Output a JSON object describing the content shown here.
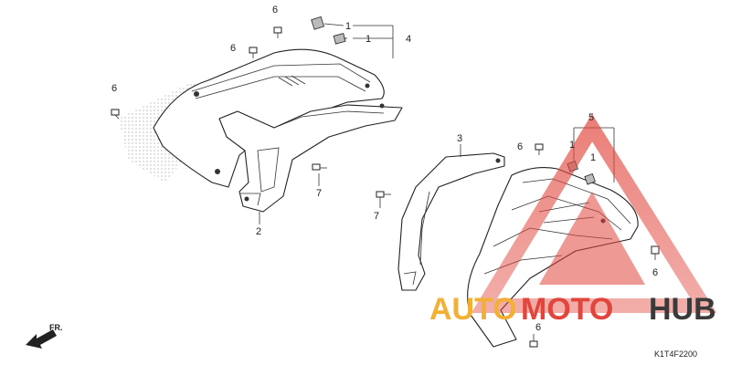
{
  "callouts": {
    "c1_top": "1",
    "c1_mid": "1",
    "c1_right_a": "1",
    "c1_right_b": "1",
    "c2": "2",
    "c3": "3",
    "c4": "4",
    "c5": "5",
    "c6_top": "6",
    "c6_upper": "6",
    "c6_left": "6",
    "c6_center": "6",
    "c6_right": "6",
    "c6_bottom": "6",
    "c7_center": "7",
    "c7_left": "7"
  },
  "front_marker": "FR.",
  "diagram_code": "K1T4F2200",
  "watermark": {
    "word_a": "AUTO",
    "word_b": "MOTO",
    "word_c": "HUB",
    "color_a": "#f2b134",
    "color_b": "#e2453c",
    "color_c": "#3a3a3a"
  }
}
